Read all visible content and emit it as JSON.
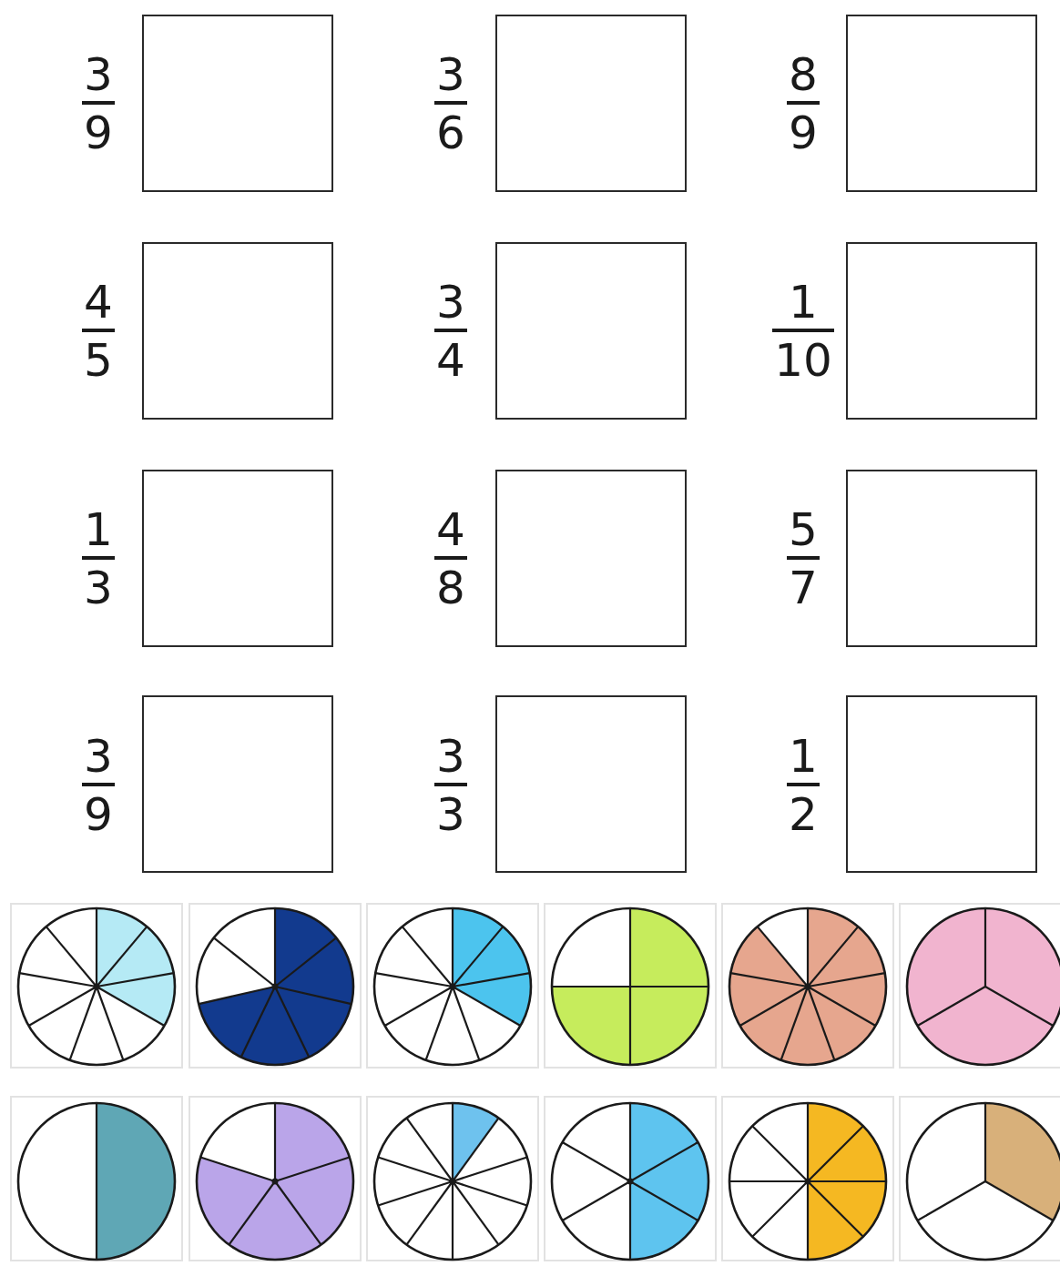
{
  "diagram": {
    "labels": [
      "3",
      "9",
      "3",
      "6",
      "8",
      "9",
      "4",
      "5",
      "3",
      "4",
      "1",
      "10",
      "1",
      "3",
      "4",
      "8",
      "5",
      "7",
      "3",
      "9",
      "3",
      "3",
      "1",
      "2"
    ]
  }
}
